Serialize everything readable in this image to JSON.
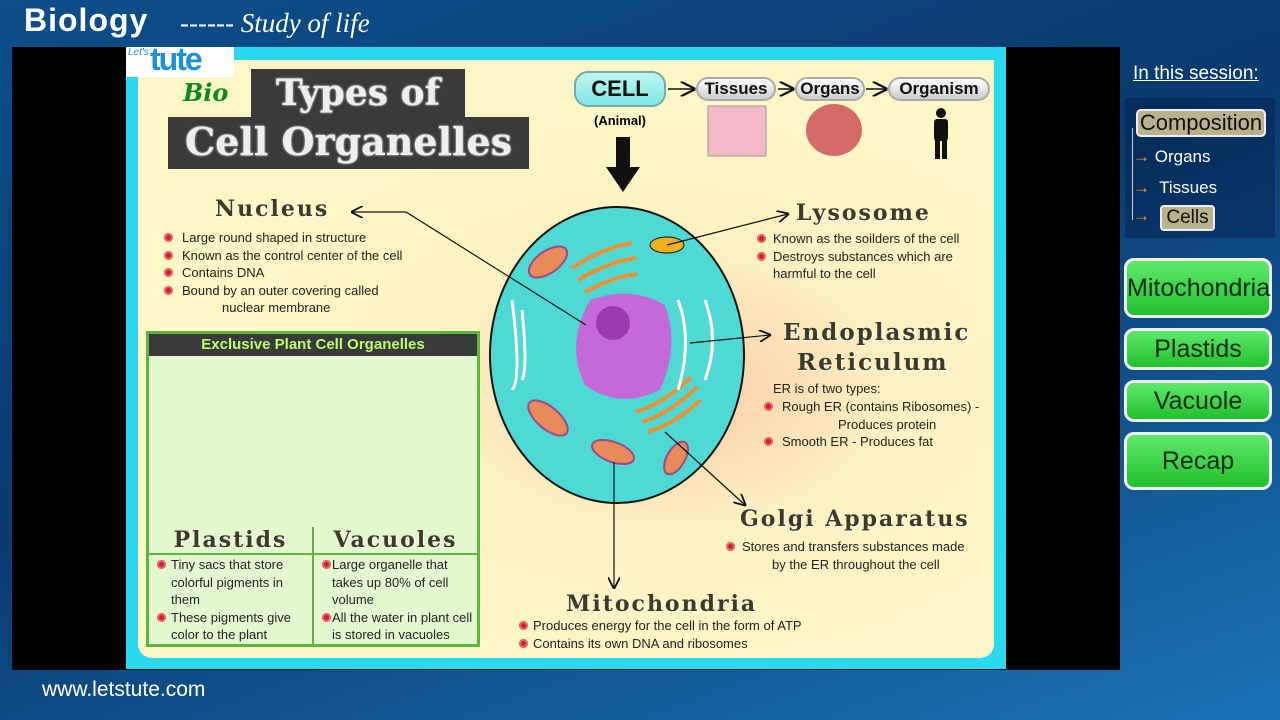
{
  "header": {
    "title": "Biology",
    "subtitle": "------ Study of life"
  },
  "logo": {
    "lets": "Let's",
    "tute": "tute",
    "bio": "Bio"
  },
  "slide": {
    "title_line1": "Types of",
    "title_line2": "Cell Organelles",
    "hierarchy": {
      "cell": "CELL",
      "cell_note": "(Animal)",
      "tissues": "Tissues",
      "organs": "Organs",
      "organism": "Organism"
    },
    "nucleus": {
      "heading": "Nucleus",
      "points": [
        "Large round shaped in structure",
        "Known as the control center of the cell",
        "Contains DNA",
        "Bound by an outer covering called"
      ],
      "continuation": "nuclear membrane"
    },
    "lysosome": {
      "heading": "Lysosome",
      "points": [
        "Known as the soilders of the cell",
        "Destroys substances which are"
      ],
      "continuation": "harmful to the cell"
    },
    "er": {
      "heading1": "Endoplasmic",
      "heading2": "Reticulum",
      "intro": "ER is of two types:",
      "points": [
        "Rough ER (contains Ribosomes) -",
        "Smooth ER -  Produces fat"
      ],
      "continuation": "Produces protein"
    },
    "golgi": {
      "heading": "Golgi Apparatus",
      "points": [
        "Stores and transfers substances made"
      ],
      "continuation": "by the ER throughout the cell"
    },
    "mitochondria": {
      "heading": "Mitochondria",
      "points": [
        "Produces energy for the cell in the form of ATP",
        "Contains its own DNA and ribosomes"
      ]
    },
    "plant": {
      "heading": "Exclusive Plant Cell Organelles",
      "plastids": {
        "heading": "Plastids",
        "points": [
          "Tiny sacs that store colorful pigments in them",
          "These pigments give color to the plant"
        ]
      },
      "vacuoles": {
        "heading": "Vacuoles",
        "points": [
          "Large organelle that takes up 80% of cell volume",
          "All the water in plant cell is stored in vacuoles"
        ]
      }
    }
  },
  "sidebar": {
    "title": "In this session:",
    "composition": "Composition",
    "items": [
      "Organs",
      "Tissues",
      "Cells"
    ],
    "buttons": [
      "Mitochondria",
      "Plastids",
      "Vacuole",
      "Recap"
    ]
  },
  "footer": {
    "url": "www.letstute.com"
  },
  "colors": {
    "slide_border": "#2ad8f0",
    "slide_bg": "#fdf6c6",
    "cell_cytoplasm": "#48d8d0",
    "nucleus": "#c060d8",
    "button_green": "#3ad446",
    "highlight": "#b8b38c"
  }
}
